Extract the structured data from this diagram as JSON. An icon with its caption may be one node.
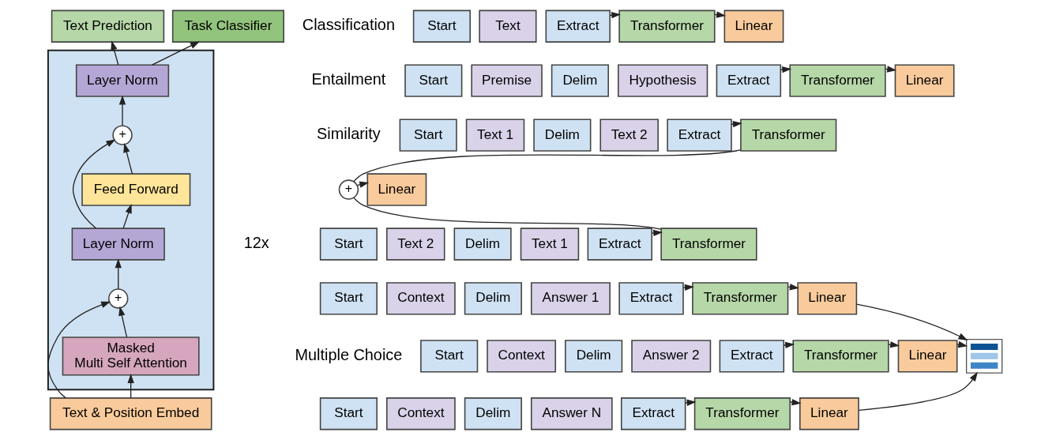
{
  "diagram": {
    "nodes": [
      {
        "text": [
          "Text Prediction"
        ]
      },
      {
        "text": [
          "Task Classifier"
        ]
      },
      {
        "text": [],
        "shape": "box"
      },
      {
        "text": [
          "Layer Norm"
        ],
        "in": 2
      },
      {
        "text": [
          "+"
        ],
        "in": 2
      },
      {
        "text": [
          "Feed Forward"
        ],
        "in": 2
      },
      {
        "text": [
          "Layer Norm"
        ],
        "in": 2
      },
      {
        "text": [
          "+"
        ],
        "in": 2
      },
      {
        "text": [
          "Masked Multi Self Attention"
        ],
        "in": 2
      },
      {
        "text": [
          "Text & Position Embed"
        ]
      },
      {
        "text": [
          "Start"
        ]
      },
      {
        "text": [
          "Text"
        ]
      },
      {
        "text": [
          "Extract"
        ]
      },
      {
        "text": [
          "Transformer"
        ]
      },
      {
        "text": [
          "Linear"
        ]
      },
      {
        "text": [
          "Start"
        ]
      },
      {
        "text": [
          "Premise"
        ]
      },
      {
        "text": [
          "Delim"
        ]
      },
      {
        "text": [
          "Hypothesis"
        ]
      },
      {
        "text": [
          "Extract"
        ]
      },
      {
        "text": [
          "Transformer"
        ]
      },
      {
        "text": [
          "Linear"
        ]
      },
      {
        "text": [
          "Start"
        ]
      },
      {
        "text": [
          "Text 1"
        ]
      },
      {
        "text": [
          "Delim"
        ]
      },
      {
        "text": [
          "Text 2"
        ]
      },
      {
        "text": [
          "Extract"
        ]
      },
      {
        "text": [
          "Transformer"
        ]
      },
      {
        "text": [
          "Start"
        ]
      },
      {
        "text": [
          "Text 2"
        ]
      },
      {
        "text": [
          "Delim"
        ]
      },
      {
        "text": [
          "Text 1"
        ]
      },
      {
        "text": [
          "Extract"
        ]
      },
      {
        "text": [
          "Transformer"
        ]
      },
      {
        "text": [
          "+"
        ]
      },
      {
        "text": [
          "Linear"
        ]
      },
      {
        "text": [
          "Start"
        ]
      },
      {
        "text": [
          "Context"
        ]
      },
      {
        "text": [
          "Delim"
        ]
      },
      {
        "text": [
          "Answer 1"
        ]
      },
      {
        "text": [
          "Extract"
        ]
      },
      {
        "text": [
          "Transformer"
        ]
      },
      {
        "text": [
          "Linear"
        ]
      },
      {
        "text": [
          "Start"
        ]
      },
      {
        "text": [
          "Context"
        ]
      },
      {
        "text": [
          "Delim"
        ]
      },
      {
        "text": [
          "Answer 2"
        ]
      },
      {
        "text": [
          "Extract"
        ]
      },
      {
        "text": [
          "Transformer"
        ]
      },
      {
        "text": [
          "Linear"
        ]
      },
      {
        "text": [
          "Start"
        ]
      },
      {
        "text": [
          "Context"
        ]
      },
      {
        "text": [
          "Delim"
        ]
      },
      {
        "text": [
          "Answer N"
        ]
      },
      {
        "text": [
          "Extract"
        ]
      },
      {
        "text": [
          "Transformer"
        ]
      },
      {
        "text": [
          "Linear"
        ]
      },
      {
        "text": [],
        "shape": "picture"
      }
    ],
    "edges": [
      {
        "from": 9,
        "to": 8,
        "arrow": "to"
      },
      {
        "from": 9,
        "to": 7,
        "arrow": "to"
      },
      {
        "from": 8,
        "to": 7,
        "arrow": "to"
      },
      {
        "from": 7,
        "to": 6,
        "arrow": "to"
      },
      {
        "from": 6,
        "to": 5,
        "arrow": "to"
      },
      {
        "from": 6,
        "to": 4,
        "arrow": "to"
      },
      {
        "from": 5,
        "to": 4,
        "arrow": "to"
      },
      {
        "from": 4,
        "to": 3,
        "arrow": "to"
      },
      {
        "from": 3,
        "to": 0,
        "arrow": "to"
      },
      {
        "from": 3,
        "to": 1,
        "arrow": "to"
      },
      {
        "from": 12,
        "to": 13,
        "arrow": "to"
      },
      {
        "from": 13,
        "to": 14,
        "arrow": "to"
      },
      {
        "from": 19,
        "to": 20,
        "arrow": "to"
      },
      {
        "from": 20,
        "to": 21,
        "arrow": "to"
      },
      {
        "from": 26,
        "to": 27,
        "arrow": "to"
      },
      {
        "from": 32,
        "to": 33,
        "arrow": "to"
      },
      {
        "from": 27,
        "to": 34,
        "arrow": "none"
      },
      {
        "from": 33,
        "to": 34,
        "arrow": "none"
      },
      {
        "from": 34,
        "to": 35,
        "arrow": "to"
      },
      {
        "from": 40,
        "to": 41,
        "arrow": "to"
      },
      {
        "from": 41,
        "to": 42,
        "arrow": "to"
      },
      {
        "from": 47,
        "to": 48,
        "arrow": "to"
      },
      {
        "from": 48,
        "to": 49,
        "arrow": "to"
      },
      {
        "from": 54,
        "to": 55,
        "arrow": "to"
      },
      {
        "from": 55,
        "to": 56,
        "arrow": "to"
      },
      {
        "from": 42,
        "to": 57,
        "arrow": "to"
      },
      {
        "from": 49,
        "to": 57,
        "arrow": "to"
      },
      {
        "from": 56,
        "to": 57,
        "arrow": "to"
      }
    ],
    "labels": [
      "12x",
      "Classification",
      "Entailment",
      "Similarity",
      "Multiple Choice"
    ]
  }
}
